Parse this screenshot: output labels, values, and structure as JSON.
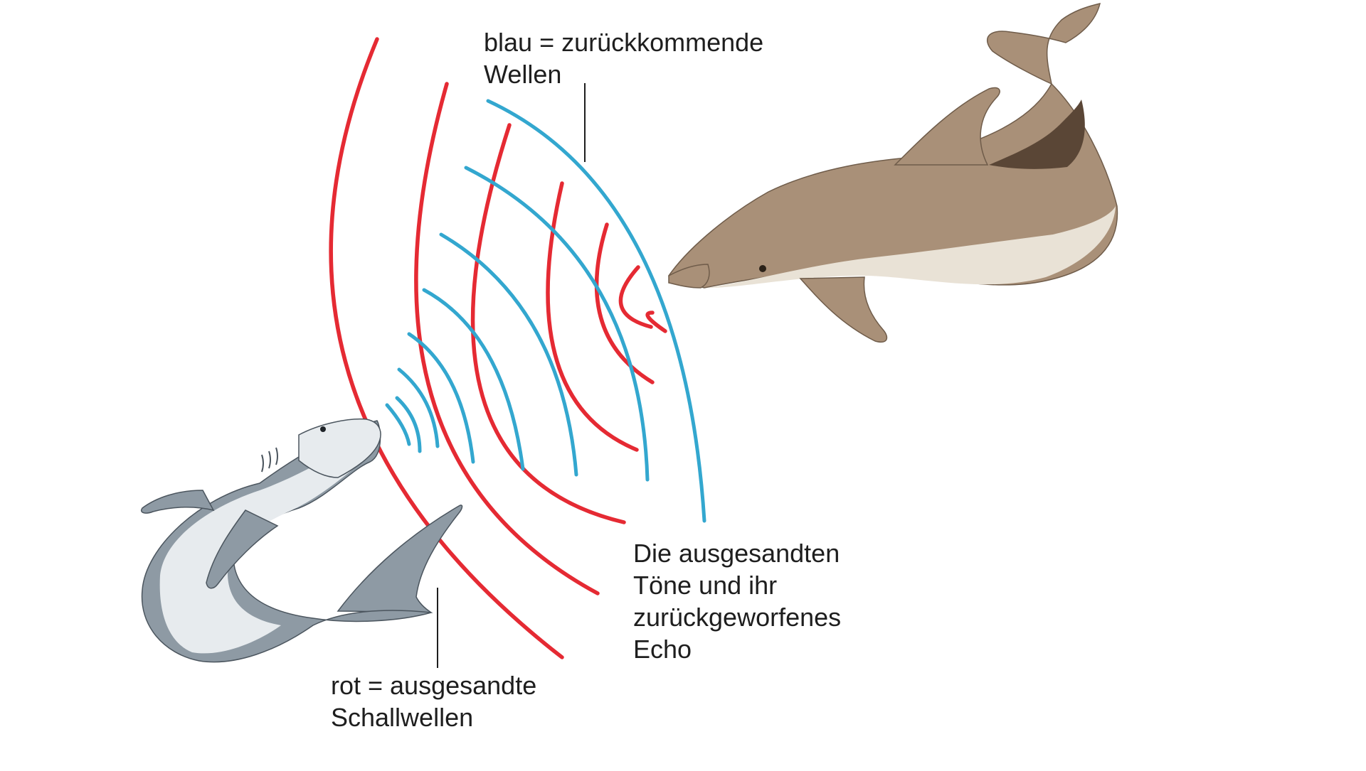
{
  "colors": {
    "emitted_waves": "#e52a33",
    "returning_waves": "#33a7cf",
    "dolphin_body": "#a99078",
    "dolphin_belly": "#e9e2d6",
    "shark_body": "#8e9aa4",
    "shark_belly": "#e7ebee",
    "text": "#1e1e1e",
    "background": "#ffffff"
  },
  "labels": {
    "blue": [
      "blau = zurückkommende",
      "Wellen"
    ],
    "red": [
      "rot = ausgesandte",
      "Schallwellen"
    ],
    "echo": [
      "Die ausgesandten",
      "Töne und ihr",
      "zurückgeworfenes",
      "Echo"
    ]
  },
  "figures": {
    "dolphin": "dolphin-illustration",
    "shark": "shark-illustration"
  },
  "waves": {
    "emitted_count": 7,
    "returning_count": 8
  }
}
